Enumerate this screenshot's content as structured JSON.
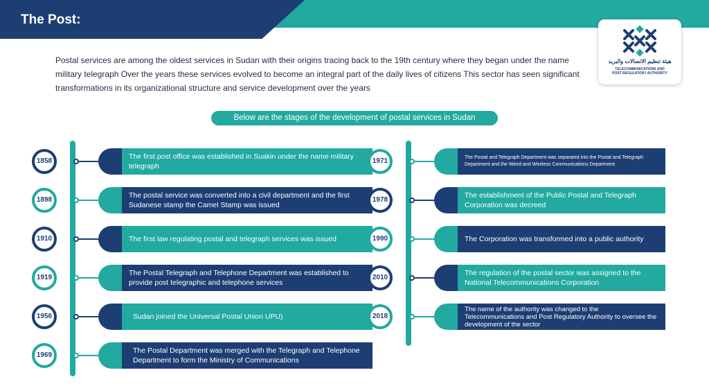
{
  "header": {
    "title": "The Post:"
  },
  "logo": {
    "arabic": "هيئة تنظيم الاتصالات والبريد",
    "english_line1": "TELECOMMUNICATIONS AND",
    "english_line2": "POST REGULATORY AUTHORITY"
  },
  "intro": "Postal services are among the oldest services in Sudan  with their origins tracing back to the 19th century  where they began under the name  military telegraph   Over the years  these services evolved to become an integral part of the daily lives of citizens  This sector has seen significant transformations in its organizational structure and service development over the years",
  "stages_heading": "Below are the stages of the development of postal services in Sudan",
  "colors": {
    "teal": "#22a9a0",
    "navy": "#1d3e73"
  },
  "timeline_left": [
    {
      "year": "1858",
      "text": "The first post office was established in Suakin under the name  military telegraph"
    },
    {
      "year": "1898",
      "text": "The postal service was converted into a civil department  and the first Sudanese stamp  the  Camel Stamp   was issued"
    },
    {
      "year": "1910",
      "text": "The first law regulating postal and telegraph services was issued"
    },
    {
      "year": "1919",
      "text": "The Postal  Telegraph  and Telephone Department was established to provide post  telegraphic  and telephone services"
    },
    {
      "year": "1956",
      "text": "Sudan joined the Universal Postal Union  UPU)"
    },
    {
      "year": "1969",
      "text": "The Postal Department was merged with the Telegraph and Telephone Department to form the Ministry of Communications"
    }
  ],
  "timeline_right": [
    {
      "year": "1971",
      "text": "The Postal and Telegraph Department was separated into the Postal and Telegraph Department and the Wired and Wireless Communications Department"
    },
    {
      "year": "1978",
      "text": "The establishment of the Public Postal and Telegraph Corporation was decreed"
    },
    {
      "year": "1990",
      "text": "The Corporation was transformed into a public authority"
    },
    {
      "year": "2010",
      "text": "The regulation of the postal sector was assigned to the National Telecommunications Corporation"
    },
    {
      "year": "2018",
      "text": "The name of the authority was changed to the Telecommunications and Post Regulatory Authority to oversee the development of the sector"
    }
  ]
}
